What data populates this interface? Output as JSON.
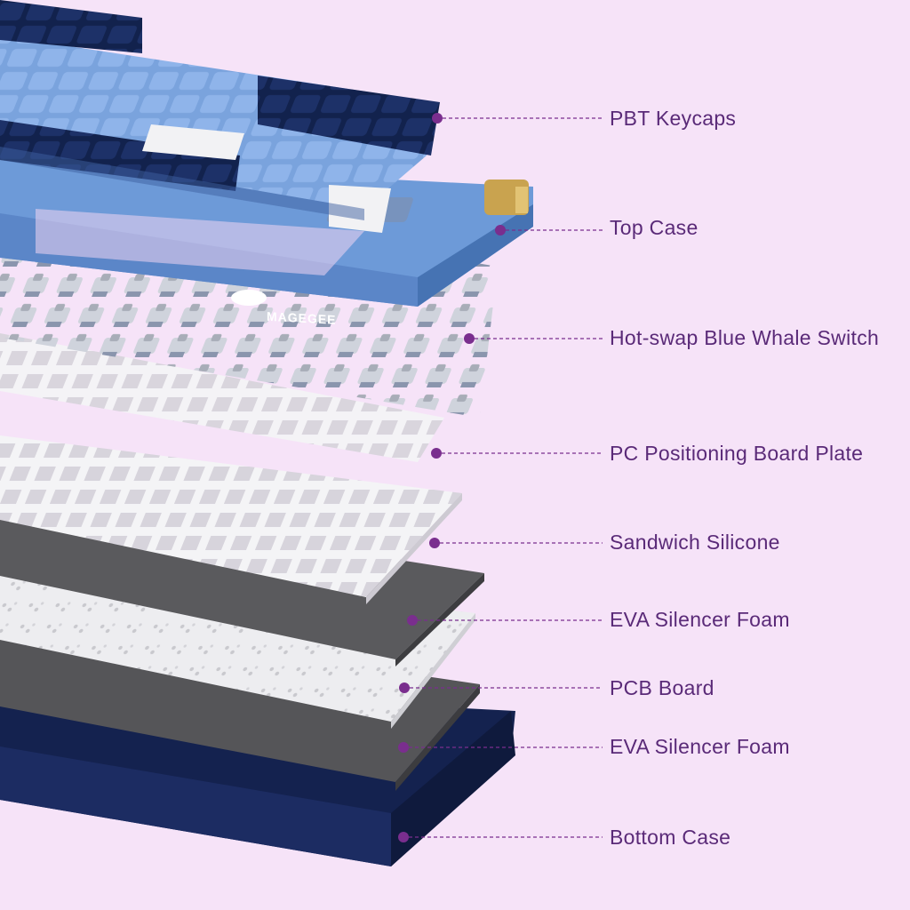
{
  "brand": "MAGEGEE",
  "accent_color": "#7a2e8e",
  "callouts": [
    {
      "label": "PBT Keycaps"
    },
    {
      "label": "Top Case"
    },
    {
      "label": "Hot-swap Blue Whale Switch"
    },
    {
      "label": "PC Positioning Board Plate"
    },
    {
      "label": "Sandwich Silicone"
    },
    {
      "label": "EVA Silencer Foam"
    },
    {
      "label": "PCB Board"
    },
    {
      "label": "EVA Silencer Foam"
    },
    {
      "label": "Bottom Case"
    }
  ]
}
